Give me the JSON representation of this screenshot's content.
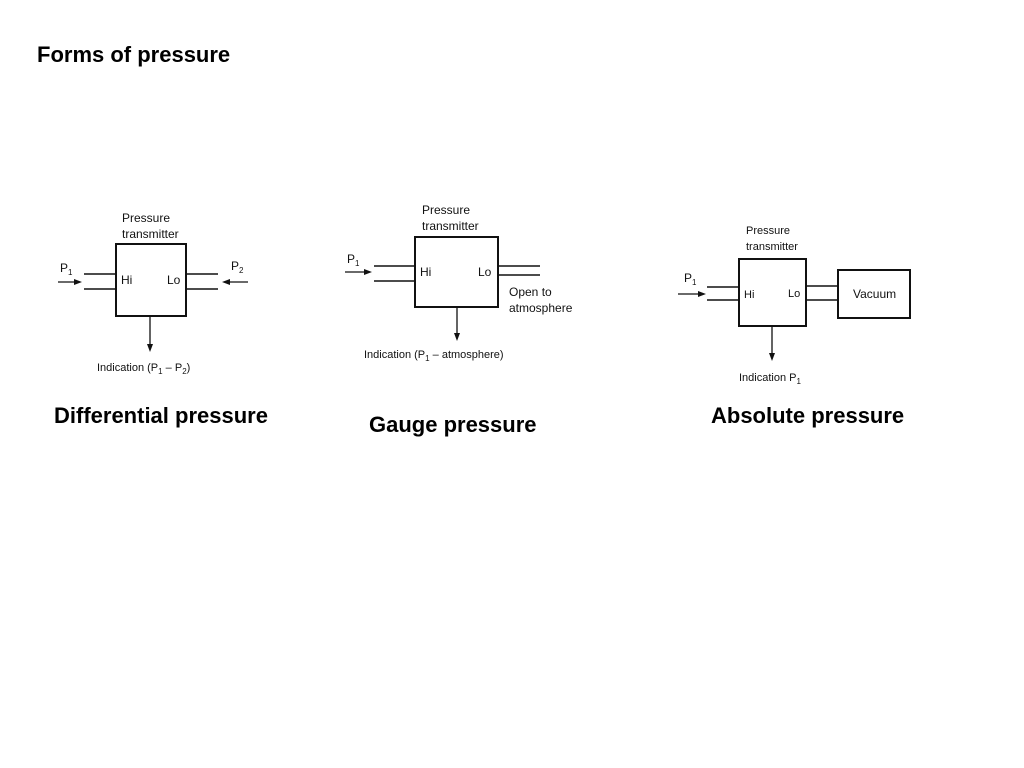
{
  "title": "Forms of pressure",
  "diagrams": [
    {
      "caption": "Differential pressure",
      "device_label_line1": "Pressure",
      "device_label_line2": "transmitter",
      "hi": "Hi",
      "lo": "Lo",
      "input_left": "P",
      "input_left_sub": "1",
      "input_right": "P",
      "input_right_sub": "2",
      "indication_prefix": "Indication (P",
      "indication_sub1": "1",
      "indication_mid": " – P",
      "indication_sub2": "2",
      "indication_suffix": ")"
    },
    {
      "caption": "Gauge pressure",
      "device_label_line1": "Pressure",
      "device_label_line2": "transmitter",
      "hi": "Hi",
      "lo": "Lo",
      "input_left": "P",
      "input_left_sub": "1",
      "open_line1": "Open to",
      "open_line2": "atmosphere",
      "indication_prefix": "Indication (P",
      "indication_sub1": "1",
      "indication_suffix": " – atmosphere)"
    },
    {
      "caption": "Absolute pressure",
      "device_label_line1": "Pressure",
      "device_label_line2": "transmitter",
      "hi": "Hi",
      "lo": "Lo",
      "input_left": "P",
      "input_left_sub": "1",
      "vacuum": "Vacuum",
      "indication_prefix": "Indication P",
      "indication_sub1": "1"
    }
  ]
}
